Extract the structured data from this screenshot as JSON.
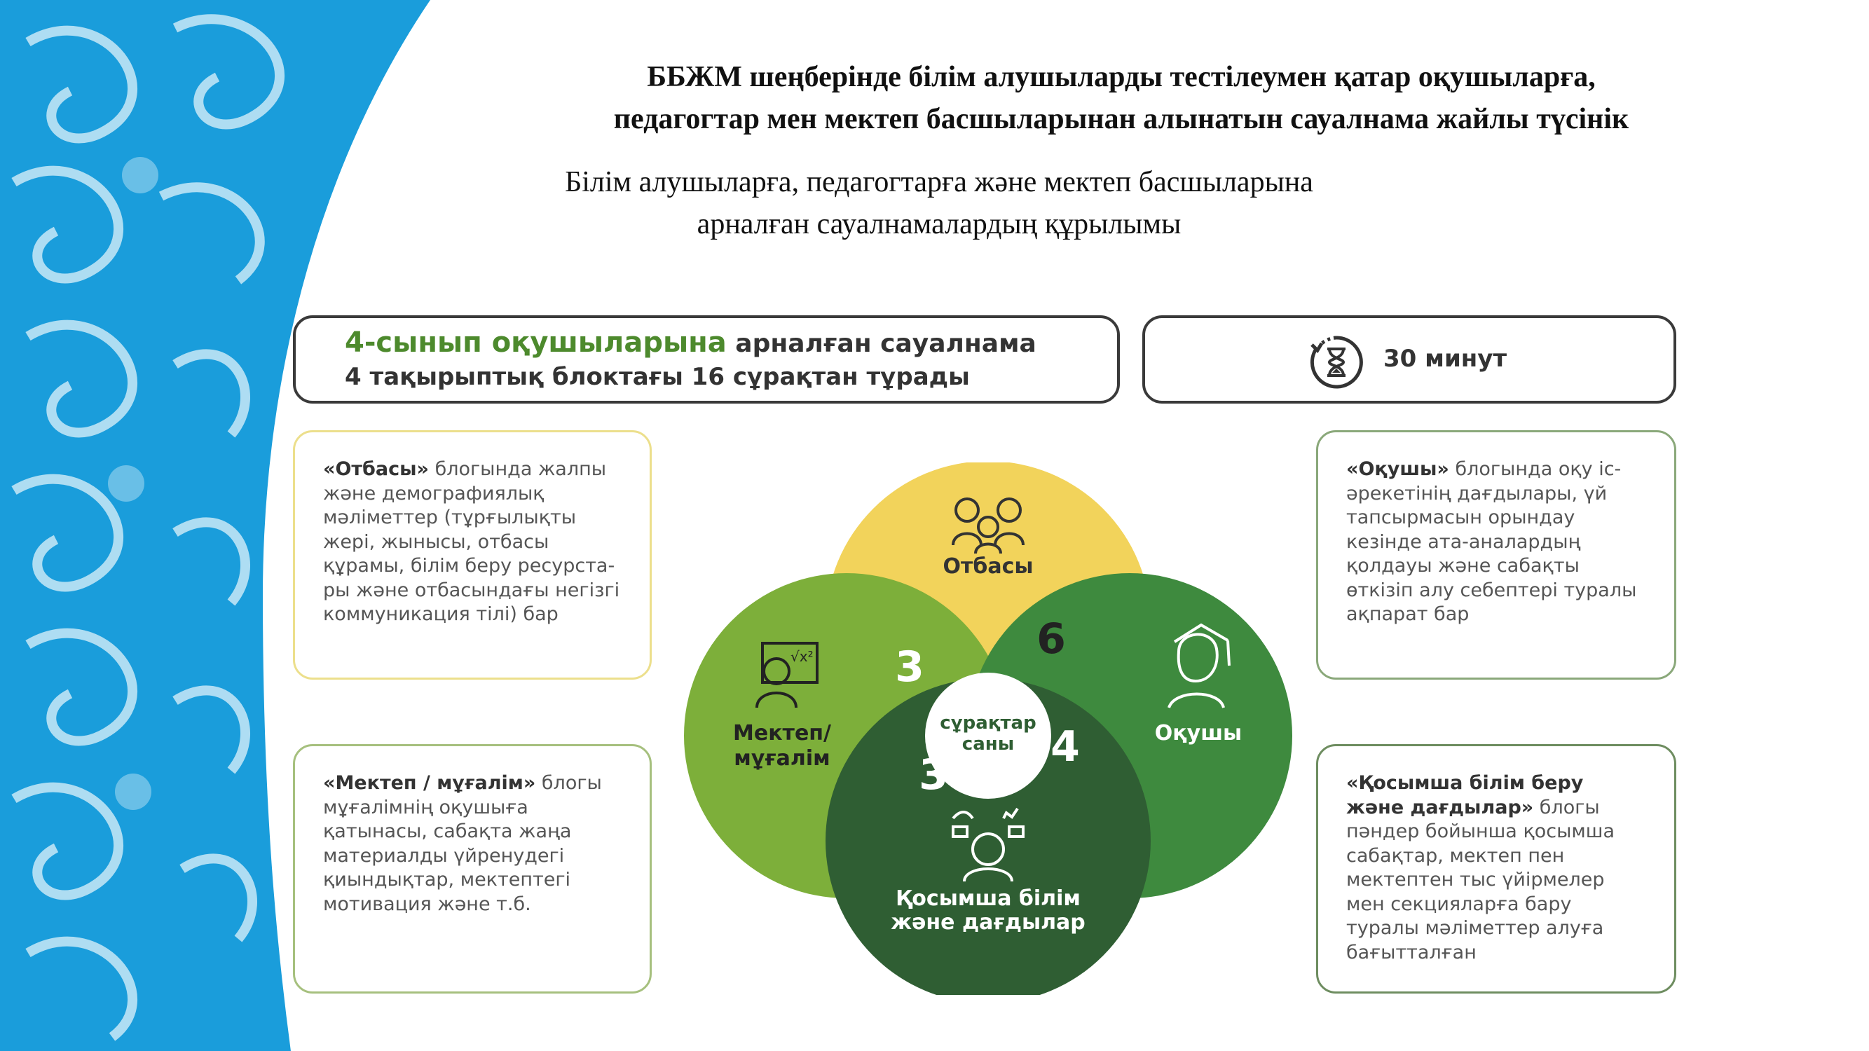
{
  "title": {
    "line1": "ББЖМ шеңберінде білім алушыларды тестілеумен қатар оқушыларға,",
    "line2": "педагогтар мен мектеп  басшыларынан алынатын   сауалнама жайлы түсінік"
  },
  "subtitle": {
    "line1": "Білім алушыларға, педагогтарға және мектеп басшыларына",
    "line2": "арналған сауалнамалардың құрылымы"
  },
  "header": {
    "highlight": "4-сынып оқушыларына",
    "rest": " арналған сауалнама",
    "line2": "4 тақырыптық блоктағы 16 сұрақтан тұрады"
  },
  "time": {
    "label": "30 минут",
    "icon": "hourglass-clock-icon"
  },
  "descriptions": {
    "family": {
      "bold": "«Отбасы»",
      "text": " блогында жалпы және демографиялық мәліметтер (тұрғылықты жері, жынысы, отбасы құрамы, білім беру ресурста-ры және отбасындағы негізгі коммуникация тілі) бар"
    },
    "student": {
      "bold": "«Оқушы»",
      "text": " блогында оқу іс-әрекетінің дағдылары, үй тапсырмасын орындау кезінде ата-аналардың қолдауы және сабақты өткізіп алу себептері туралы ақпарат бар"
    },
    "school": {
      "bold": "«Мектеп / мұғалім»",
      "text": " блогы мұғалімнің оқушыға қатынасы, сабақта жаңа материалды үйренудегі қиындықтар, мектептегі мотивация және т.б."
    },
    "extra": {
      "bold": "«Қосымша білім беру және дағдылар»",
      "text": " блогы пәндер бойынша қосымша сабақтар, мектеп пен мектептен тыс үйірмелер мен секцияларға бару туралы мәліметтер алуға бағытталған"
    }
  },
  "diagram": {
    "center_line1": "сұрақтар",
    "center_line2": "саны",
    "blocks": [
      {
        "id": "family",
        "label": "Отбасы",
        "count": "6",
        "color": "#f2d35b",
        "icon": "family-icon"
      },
      {
        "id": "school",
        "label_line1": "Мектеп/",
        "label_line2": "мұғалім",
        "count": "3",
        "color": "#7daf3a",
        "icon": "teacher-icon"
      },
      {
        "id": "student",
        "label": "Оқушы",
        "count": "4",
        "color": "#3e8a3e",
        "icon": "student-icon"
      },
      {
        "id": "extra",
        "label_line1": "Қосымша білім",
        "label_line2": "және дағдылар",
        "count": "3",
        "color": "#2f5e33",
        "icon": "skills-icon"
      }
    ]
  },
  "colors": {
    "ornament_blue": "#1a9ddb",
    "ornament_light": "#bfe4f5",
    "highlight_green": "#4d8a2d"
  }
}
